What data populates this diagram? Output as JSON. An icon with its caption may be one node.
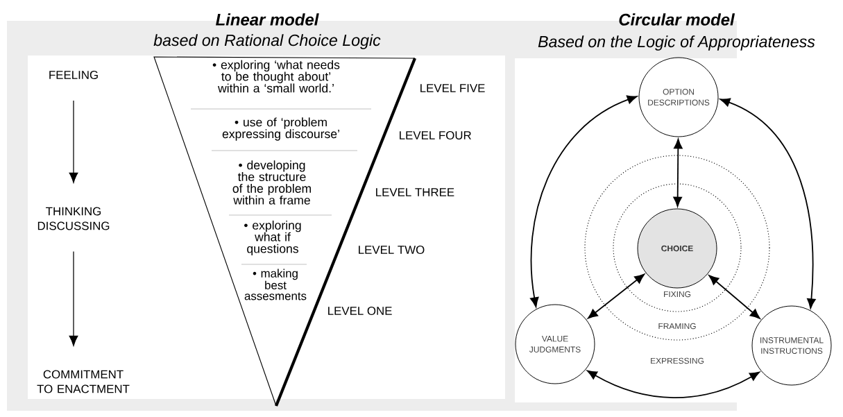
{
  "diagram": {
    "nodes": [
      {
        "text": [
          "FEELING"
        ]
      },
      {
        "text": [
          "THINKING DISCUSSING"
        ]
      },
      {
        "text": [
          "COMMITMENT TO ENACTMENT"
        ]
      },
      {
        "text": [
          "• exploring ‘what needs to be thought about’ within a ‘small world.’"
        ]
      },
      {
        "text": [
          "• use of ‘problem expressing discourse’"
        ]
      },
      {
        "text": [
          "• developing the structure of the problem within a frame"
        ]
      },
      {
        "text": [
          "• exploring what if questions"
        ]
      },
      {
        "text": [
          "• making best assesments"
        ]
      },
      {
        "text": [
          "OPTION DESCRIPTIONS"
        ]
      },
      {
        "text": [
          "CHOICE"
        ]
      },
      {
        "text": [
          "VALUE JUDGMENTS"
        ]
      },
      {
        "text": [
          "INSTRUMENTAL INSTRUCTIONS"
        ]
      }
    ],
    "edges": [
      {
        "from": 0,
        "to": 1,
        "arrow": "to"
      },
      {
        "from": 1,
        "to": 2,
        "arrow": "to"
      },
      {
        "from": 10,
        "to": 8,
        "arrow": "both"
      },
      {
        "from": 8,
        "to": 11,
        "arrow": "both"
      },
      {
        "from": 10,
        "to": 11,
        "arrow": "both"
      },
      {
        "from": 8,
        "to": 9,
        "arrow": "both"
      },
      {
        "from": 9,
        "to": 10,
        "arrow": "both"
      },
      {
        "from": 9,
        "to": 11,
        "arrow": "both"
      }
    ],
    "labels": [
      "Linear model",
      "based on Rational Choice Logic",
      "Circular model",
      "Based on the Logic of Appropriateness",
      "LEVEL FIVE",
      "LEVEL FOUR",
      "LEVEL THREE",
      "LEVEL TWO",
      "LEVEL ONE",
      "FIXING",
      "FRAMING",
      "EXPRESSING"
    ]
  }
}
